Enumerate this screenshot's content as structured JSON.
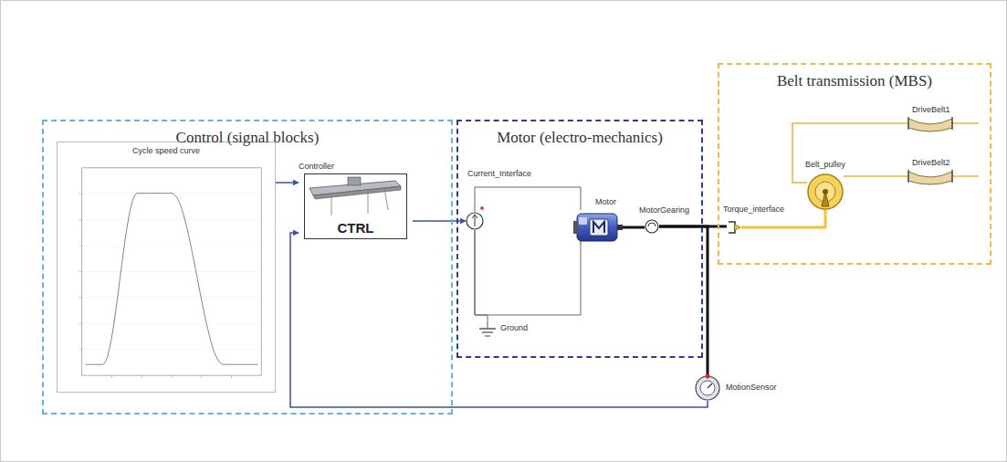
{
  "diagram": {
    "nodes": [
      {
        "text": [
          "Control (signal blocks)"
        ]
      },
      {
        "text": [
          "Cycle speed curve"
        ],
        "in": 0
      },
      {
        "text": [
          "Controller",
          "CTRL"
        ],
        "in": 0
      },
      {
        "text": [
          "Motor (electro-mechanics)"
        ]
      },
      {
        "text": [
          "Current_Interface"
        ],
        "in": 3
      },
      {
        "text": [
          "Motor"
        ],
        "in": 3
      },
      {
        "text": [
          "MotorGearing"
        ],
        "in": 3
      },
      {
        "text": [
          "Ground"
        ],
        "in": 3
      },
      {
        "text": [
          "MotionSensor"
        ]
      },
      {
        "text": [
          "Belt transmission (MBS)"
        ]
      },
      {
        "text": [
          "Torque_interface"
        ],
        "in": 9
      },
      {
        "text": [
          "Belt_pulley"
        ],
        "in": 9
      },
      {
        "text": [
          "DriveBelt1"
        ],
        "in": 9
      },
      {
        "text": [
          "DriveBelt2"
        ],
        "in": 9
      }
    ],
    "edges": [
      {
        "from": 1,
        "to": 2,
        "arrow": "to"
      },
      {
        "from": 2,
        "to": 4,
        "arrow": "to"
      },
      {
        "from": 4,
        "to": 5,
        "arrow": "none"
      },
      {
        "from": 4,
        "to": 5,
        "arrow": "none"
      },
      {
        "from": 7,
        "to": 4,
        "arrow": "none"
      },
      {
        "from": 5,
        "to": 6,
        "arrow": "none"
      },
      {
        "from": 6,
        "to": 10,
        "arrow": "none"
      },
      {
        "from": 6,
        "to": 8,
        "arrow": "none"
      },
      {
        "from": 8,
        "to": 2,
        "arrow": "to"
      },
      {
        "from": 10,
        "to": 11,
        "arrow": "none"
      },
      {
        "from": 11,
        "to": 12,
        "arrow": "none"
      },
      {
        "from": 11,
        "to": 13,
        "arrow": "none"
      }
    ]
  }
}
